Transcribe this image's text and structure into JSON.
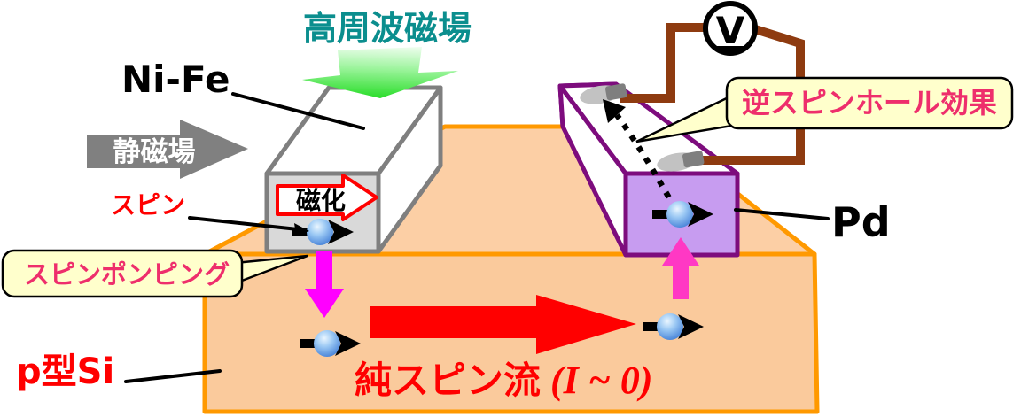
{
  "labels": {
    "rf_field": "高周波磁場",
    "nife": "Ni-Fe",
    "static_field": "静磁場",
    "magnetization": "磁化",
    "spin": "スピン",
    "spin_pumping": "スピンポンピング",
    "inverse_spin_hall": "逆スピンホール効果",
    "pd": "Pd",
    "substrate": "p型Si",
    "pure_spin_current": "純スピン流",
    "current_note": " (I ~ 0)",
    "voltmeter": "V"
  },
  "colors": {
    "rf_field_text": "#0B8E8E",
    "static_arrow": "#808080",
    "nife_face": "#D9D9D9",
    "nife_edge": "#7F7F7F",
    "substrate_top": "#FCCFA5",
    "substrate_front": "#FACA9C",
    "substrate_edge": "#FF9900",
    "pd_face": "#C79CF0",
    "pd_edge": "#7D0C7D",
    "magenta_down": "#FF00FF",
    "magenta_up": "#FF38C4",
    "red": "#FF0000",
    "wire_brown": "#8E3B10",
    "callout_fill": "#FFFFCC",
    "callout_text": "#EE2E6C",
    "black": "#000000",
    "white": "#FFFFFF"
  }
}
